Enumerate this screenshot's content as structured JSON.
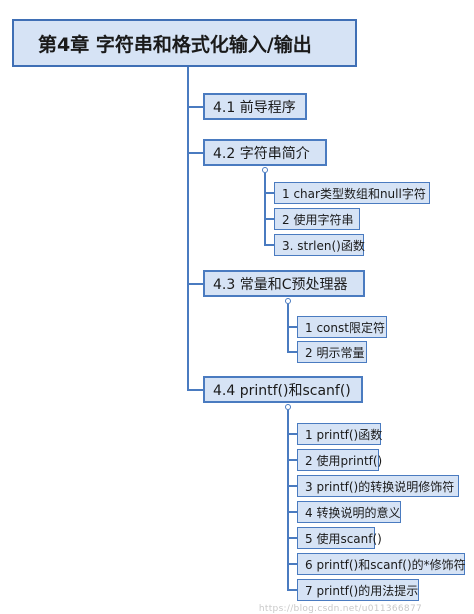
{
  "title": "第4章 字符串和格式化输入/输出",
  "sections": [
    {
      "label": "4.1 前导程序",
      "items": []
    },
    {
      "label": "4.2 字符串简介",
      "items": [
        "1 char类型数组和null字符",
        "2 使用字符串",
        "3. strlen()函数"
      ]
    },
    {
      "label": "4.3 常量和C预处理器",
      "items": [
        "1 const限定符",
        "2 明示常量"
      ]
    },
    {
      "label": "4.4 printf()和scanf()",
      "items": [
        "1 printf()函数",
        "2 使用printf()",
        "3 printf()的转换说明修饰符",
        "4 转换说明的意义",
        "5 使用scanf()",
        "6 printf()和scanf()的*修饰符",
        "7 printf()的用法提示"
      ]
    }
  ],
  "watermark": "https://blog.csdn.net/u011366877"
}
